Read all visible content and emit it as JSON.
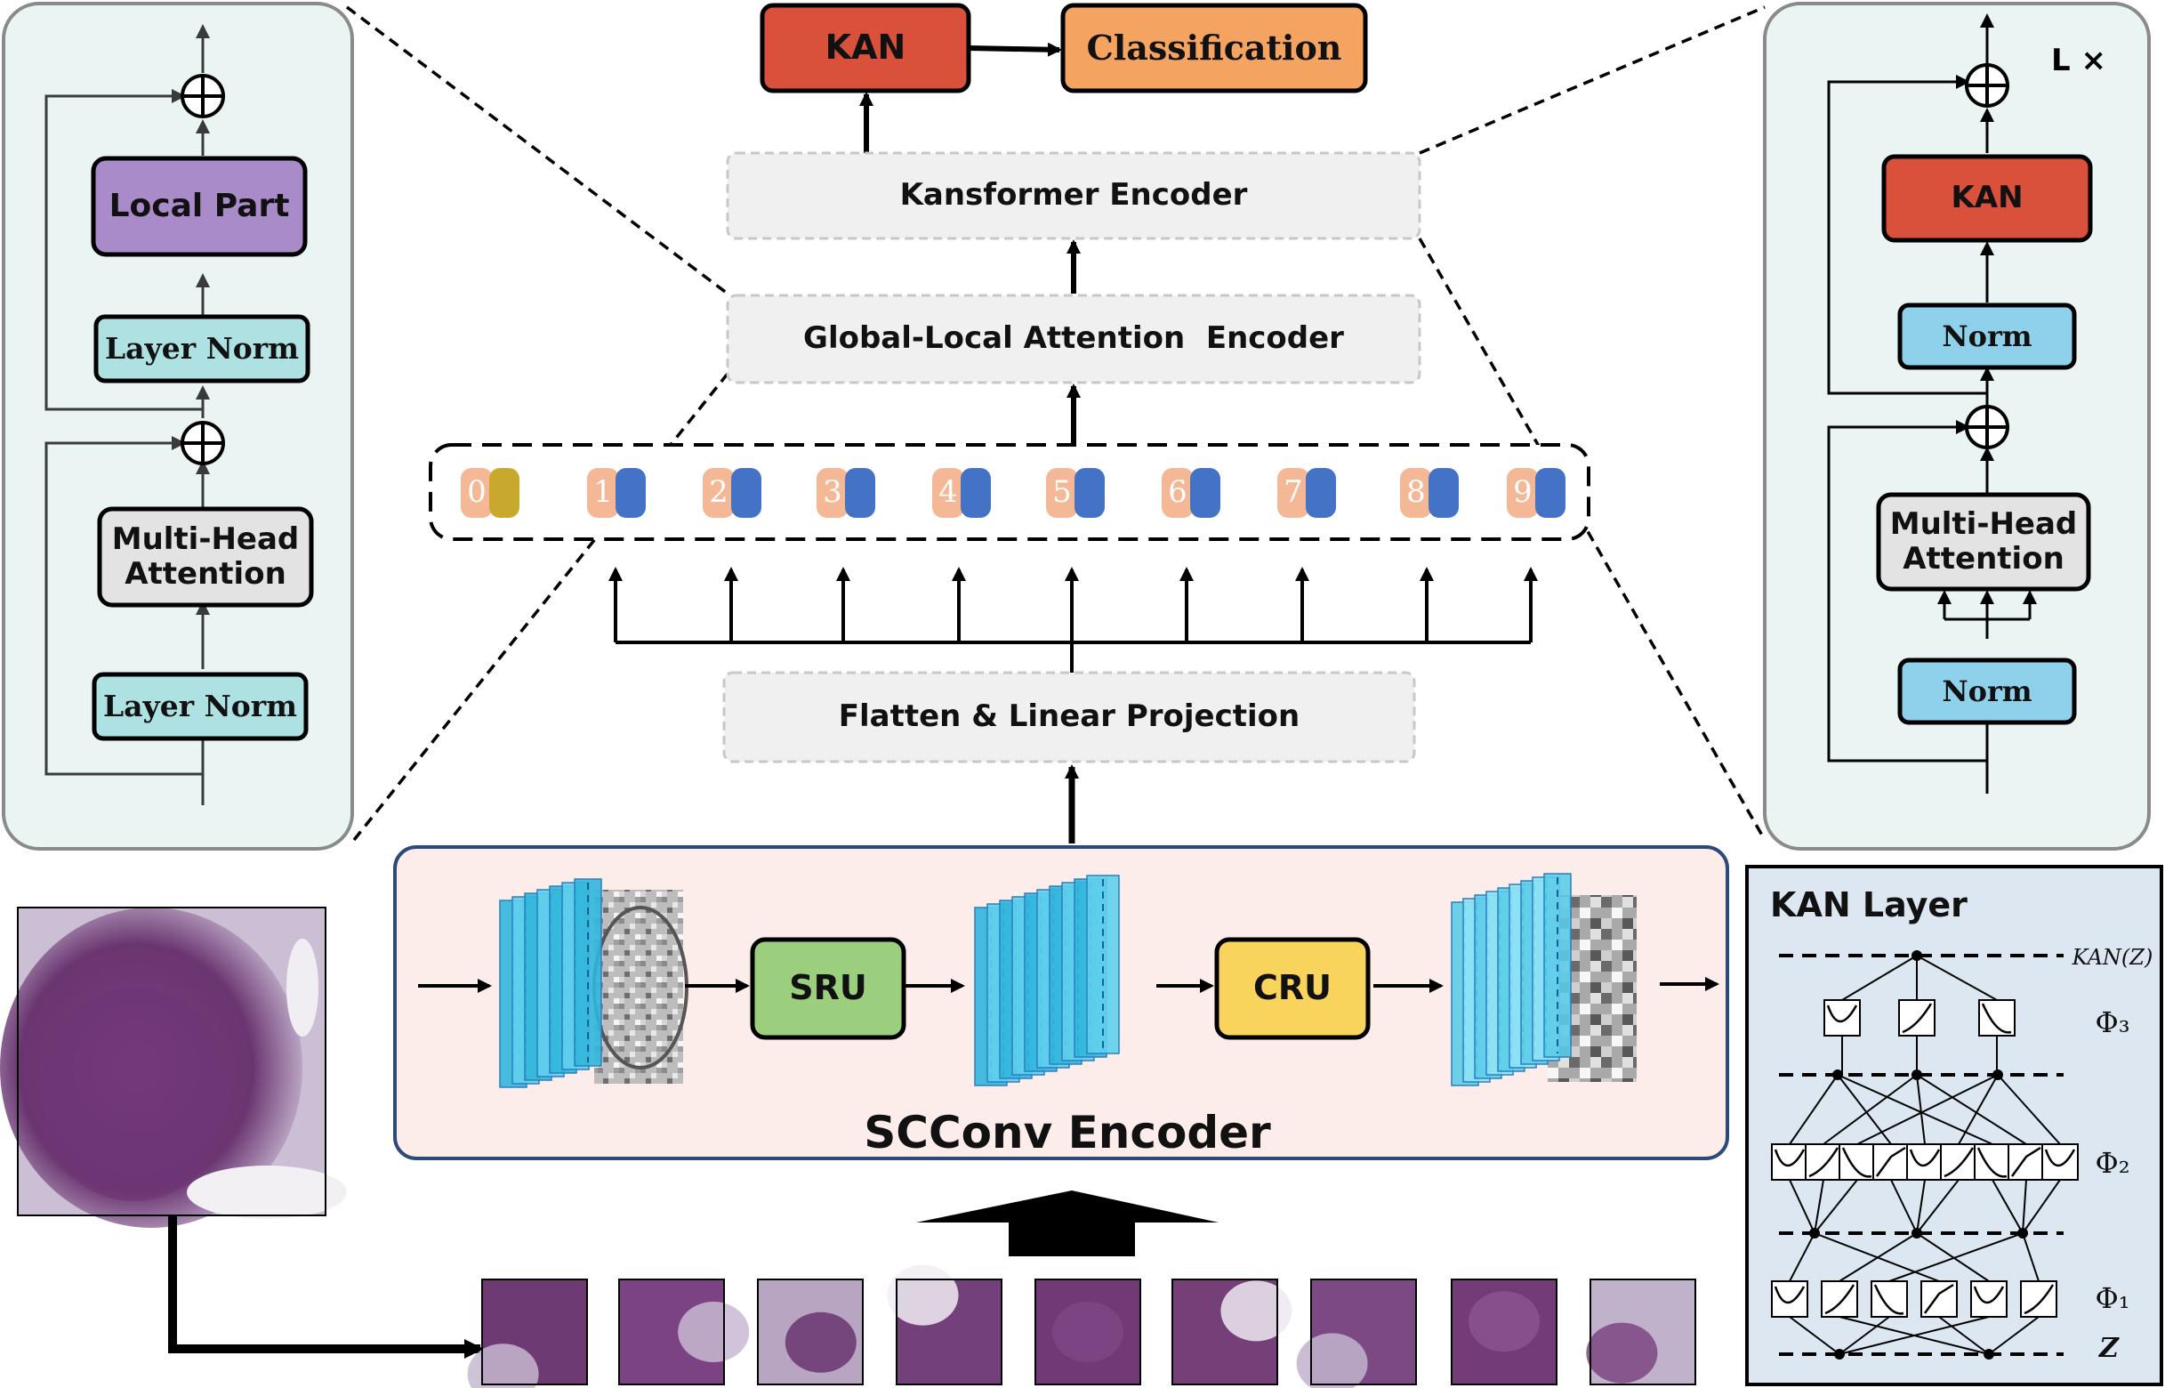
{
  "colors": {
    "kan_red": "#d9503b",
    "classification_orange": "#f4a460",
    "local_part_purple": "#a98bc9",
    "layer_norm_teal": "#aee1e1",
    "norm_blue": "#8fd0ea",
    "attention_gray": "#e3e3e3",
    "encoder_gray": "#f0f0f0",
    "panel_bg": "#eaf5f3",
    "scconv_bg": "#fcecea",
    "sru_green": "#9bcf7d",
    "cru_yellow": "#f9d45c",
    "kan_layer_bg": "#dce7f1",
    "token_orange": "#f5b896",
    "token_blue": "#4472c4",
    "cls_token_olive": "#c9a92c"
  },
  "top": {
    "kan_label": "KAN",
    "classification_label": "Classification",
    "kansformer_encoder_label": "Kansformer Encoder",
    "global_local_encoder_label": "Global-Local Attention  Encoder",
    "flatten_label": "Flatten & Linear Projection"
  },
  "tokens": [
    "0",
    "1",
    "2",
    "3",
    "4",
    "5",
    "6",
    "7",
    "8",
    "9"
  ],
  "left_panel": {
    "local_part_label": "Local Part",
    "layer_norm_top_label": "Layer Norm",
    "mha_label_line1": "Multi-Head",
    "mha_label_line2": "Attention",
    "layer_norm_bottom_label": "Layer Norm",
    "plus_symbol": "⊕"
  },
  "right_panel": {
    "repeat_label": "L ×",
    "kan_label": "KAN",
    "norm_top_label": "Norm",
    "mha_label_line1": "Multi-Head",
    "mha_label_line2": "Attention",
    "norm_bottom_label": "Norm",
    "plus_symbol": "⊕"
  },
  "scconv": {
    "title": "SCConv Encoder",
    "sru_label": "SRU",
    "cru_label": "CRU"
  },
  "kan_layer": {
    "title": "KAN Layer",
    "output_label": "KAN(Z)",
    "phi3_label": "Φ₃",
    "phi2_label": "Φ₂",
    "phi1_label": "Φ₁",
    "input_label": "Z"
  }
}
